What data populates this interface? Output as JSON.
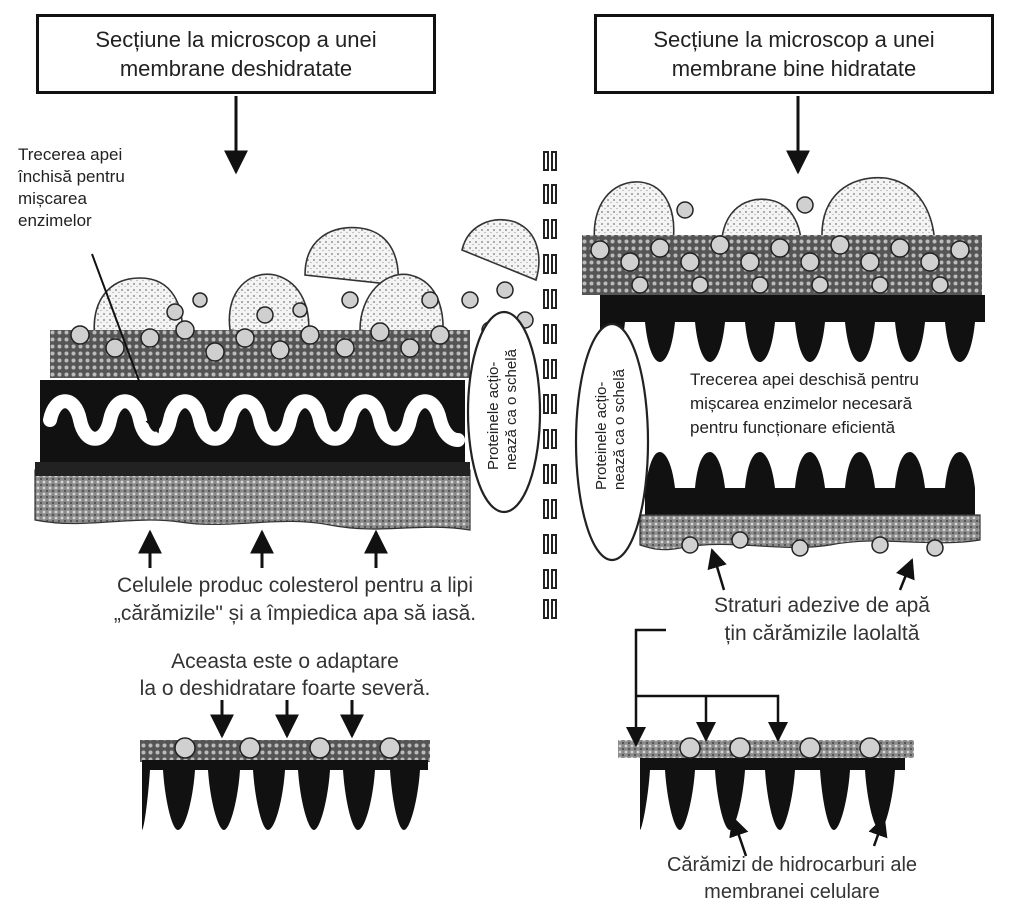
{
  "left_panel": {
    "title": "Secțiune la microscop a unei\nmembrane deshidratate",
    "water_closed_label": "Trecerea apei\nînchisă pentru\nmișcarea\nenzimelor",
    "cholesterol_label": "Celulele produc colesterol pentru a lipi\n„cărămizile\" și a împiedica apa să iasă.",
    "adaptation_label": "Aceasta este o adaptare\nla o deshidratare foarte severă."
  },
  "right_panel": {
    "title": "Secțiune la microscop a unei\nmembrane bine hidratate",
    "water_open_label": "Trecerea apei deschisă pentru\nmișcarea enzimelor necesară\npentru funcționare eficientă",
    "water_layers_label": "Straturi adezive de apă\nțin cărămizile laolaltă",
    "bricks_label": "Cărămizi de hidrocarburi ale\nmembranei celulare"
  },
  "scaffold_label": "Proteinele acțio-\nnează ca o schelă",
  "icons": {
    "arrow": "arrow-icon",
    "protein": "protein-blob-icon",
    "cholesterol": "cholesterol-granule-icon",
    "lipid": "lipid-head-icon"
  }
}
